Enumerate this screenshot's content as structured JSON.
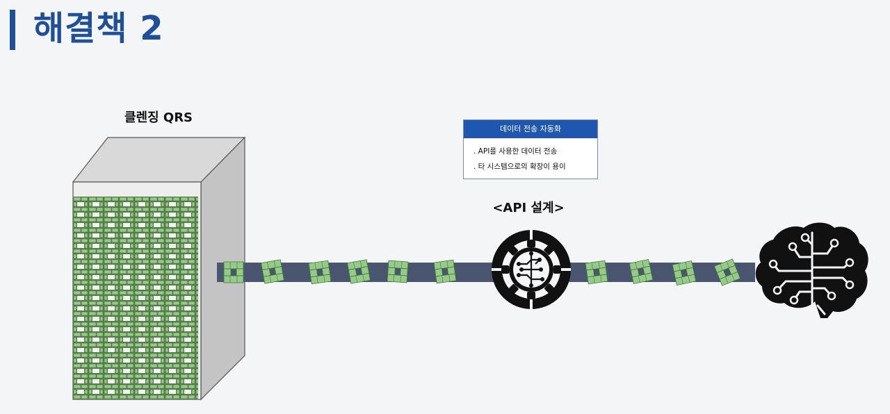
{
  "page": {
    "title": "해결책 2",
    "accent": "#1f4e9a"
  },
  "server": {
    "label": "클렌징 QRS",
    "icon": "server-rack-icon",
    "block_color": "#86c57a"
  },
  "pipeline": {
    "color": "#4a5670",
    "packet_icon": "data-block-icon"
  },
  "api": {
    "label": "<API 설계>",
    "icon": "api-gear-circuit-icon"
  },
  "info_box": {
    "heading": "데이터 전송 자동화",
    "items": [
      ". API를 사용한 데이터 전송",
      ". 타 시스템으로의 확장이 용이"
    ],
    "heading_color": "#1f57b0"
  },
  "ai": {
    "icon": "ai-brain-circuit-icon"
  }
}
